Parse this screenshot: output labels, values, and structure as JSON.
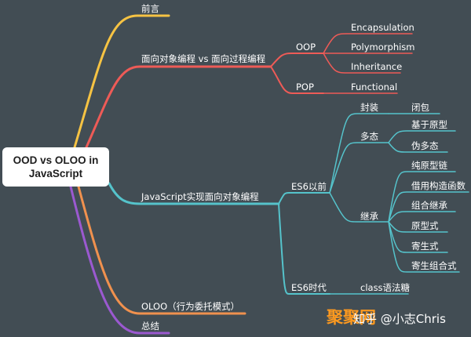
{
  "root": {
    "line1": "OOD vs OLOO in",
    "line2": "JavaScript"
  },
  "colors": {
    "background": "#424d54",
    "branch_yellow": "#f6c343",
    "branch_red": "#ee5b57",
    "branch_teal": "#55c3cb",
    "branch_orange": "#f0914e",
    "branch_purple": "#9b59d0"
  },
  "branches": {
    "preface": "前言",
    "compare": "面向对象编程 vs 面向过程编程",
    "oop": "OOP",
    "pop": "POP",
    "encapsulation": "Encapsulation",
    "polymorphism": "Polymorphism",
    "inheritance": "Inheritance",
    "functional": "Functional",
    "js_impl": "JavaScript实现面向对象编程",
    "es6_before": "ES6以前",
    "es6_era": "ES6时代",
    "class_sugar": "class语法糖",
    "encapsulate": "封装",
    "closure": "闭包",
    "polymorph_cn": "多态",
    "prototype_based": "基于原型",
    "pseudo_poly": "伪多态",
    "inherit_cn": "继承",
    "proto_chain": "纯原型链",
    "borrow_ctor": "借用构造函数",
    "combo_inherit": "组合继承",
    "proto_style": "原型式",
    "parasitic": "寄生式",
    "parasitic_combo": "寄生组合式",
    "oloo": "OLOO（行为委托模式）",
    "summary": "总结"
  },
  "watermark": {
    "logo": "聚聚网",
    "handle": "知乎 @小志Chris"
  }
}
